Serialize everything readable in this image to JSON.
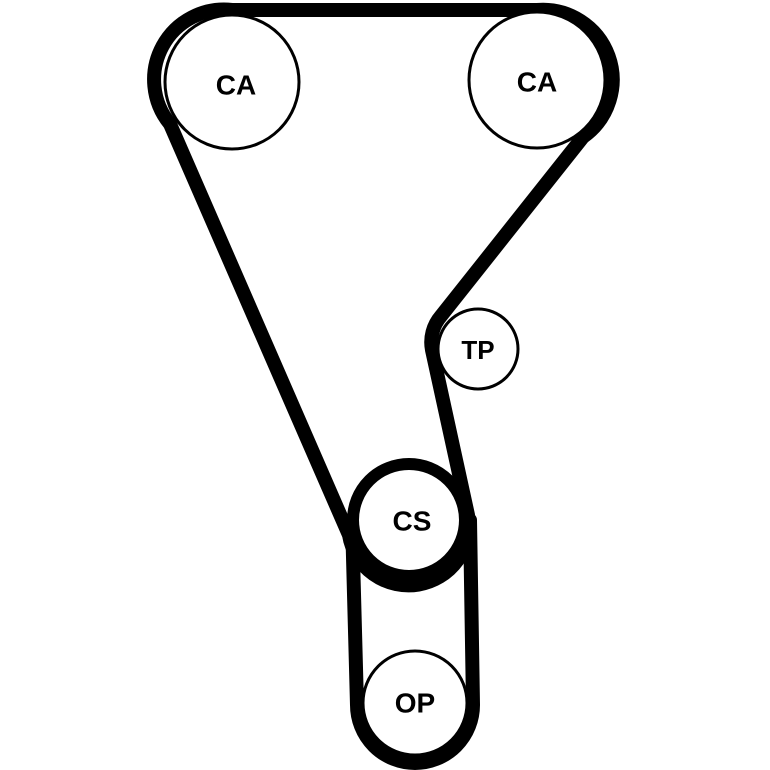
{
  "colors": {
    "belt": "#000000",
    "pulley_fill": "#ffffff",
    "pulley_stroke": "#000000",
    "label": "#000000",
    "background": "#ffffff"
  },
  "pulleys": {
    "camshaft_left": {
      "label": "CA"
    },
    "camshaft_right": {
      "label": "CA"
    },
    "tensioner": {
      "label": "TP"
    },
    "crankshaft": {
      "label": "CS"
    },
    "oil_pump": {
      "label": "OP"
    }
  }
}
